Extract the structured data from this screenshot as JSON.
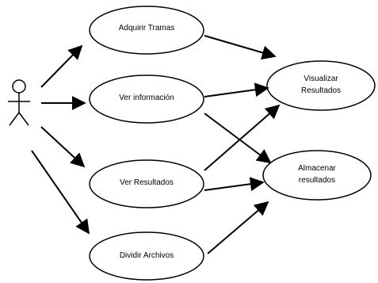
{
  "diagram": {
    "use_cases": {
      "adquirir_tramas": "Adquirir Tramas",
      "ver_informacion": "Ver información",
      "ver_resultados": "Ver Resultados",
      "dividir_archivos": "Dividir Archivos",
      "visualizar_resultados_line1": "Visualizar",
      "visualizar_resultados_line2": "Resultados",
      "almacenar_resultados_line1": "Almacenar",
      "almacenar_resultados_line2": "resultados"
    },
    "colors": {
      "stroke": "#000000",
      "fill": "#ffffff"
    }
  }
}
